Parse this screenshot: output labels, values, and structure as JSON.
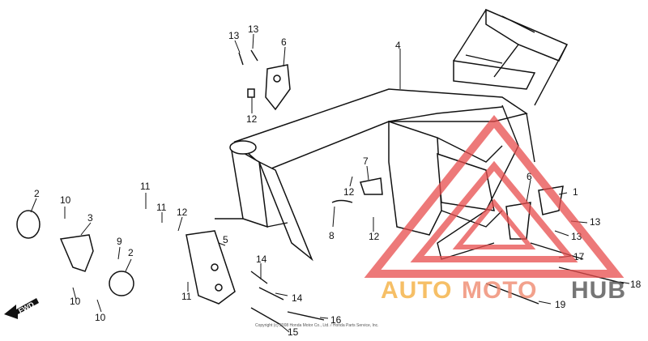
{
  "diagram": {
    "part_numbers": [
      "1",
      "2",
      "2",
      "3",
      "4",
      "5",
      "6",
      "6",
      "7",
      "8",
      "9",
      "10",
      "10",
      "10",
      "11",
      "11",
      "11",
      "12",
      "12",
      "12",
      "12",
      "13",
      "13",
      "13",
      "13",
      "14",
      "14",
      "15",
      "16",
      "17",
      "18",
      "19"
    ],
    "fwd_label": "FWD",
    "copyright": "Copyright (c) 2008 Honda Motor Co., Ltd. / Honda Parts Service, Inc."
  },
  "watermark": {
    "text_auto": "AUTO",
    "text_moto": "MOTO",
    "text_hub": "HUB",
    "colors": {
      "auto": "#f5b040",
      "moto": "#f08a70",
      "hub": "#555555",
      "triangle": "#e84d4d"
    }
  }
}
